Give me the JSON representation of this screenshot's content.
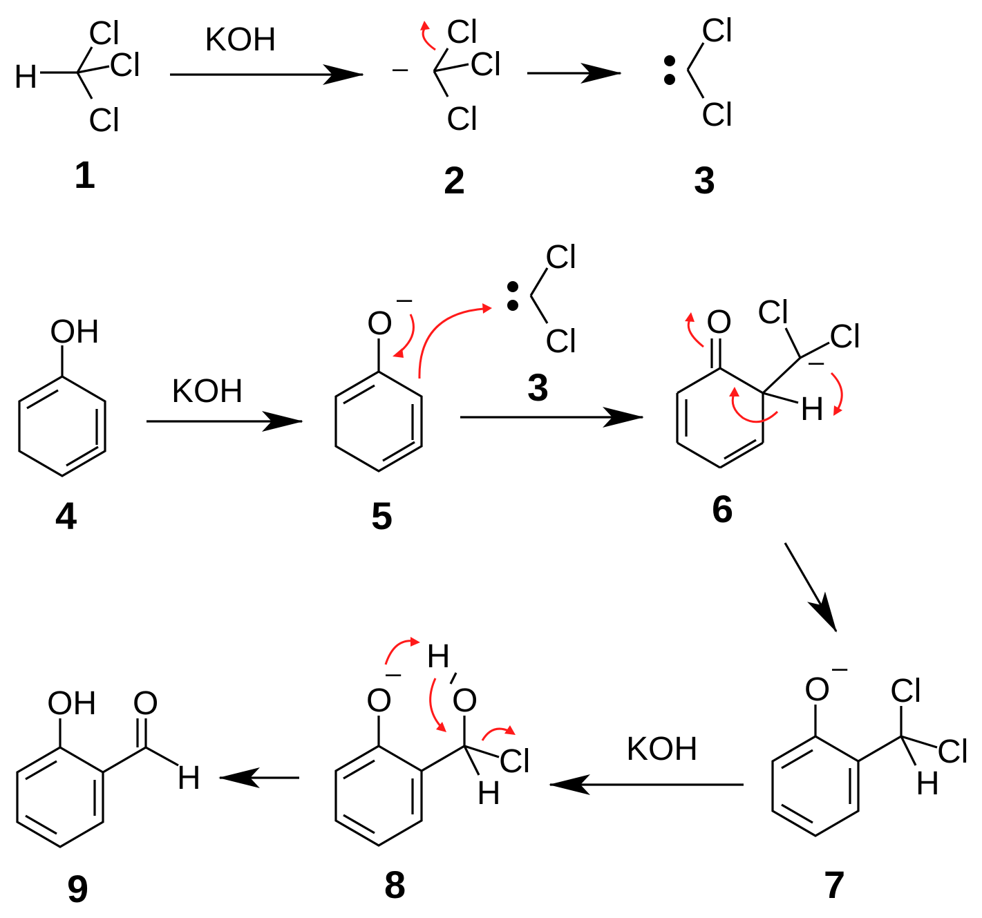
{
  "reagents": {
    "koh": "KOH"
  },
  "atoms": {
    "h": "H",
    "cl": "Cl",
    "o": "O",
    "oh": "OH",
    "minus": "–"
  },
  "compounds": {
    "c1": "1",
    "c2": "2",
    "c3": "3",
    "c4": "4",
    "c5": "5",
    "c6": "6",
    "c7": "7",
    "c8": "8",
    "c9": "9"
  }
}
